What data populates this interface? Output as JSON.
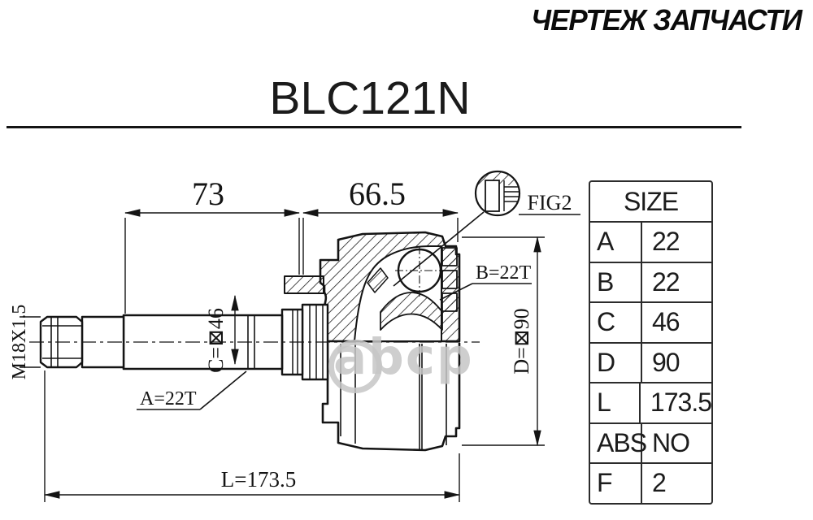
{
  "brand_header": "ЧЕРТЕЖ ЗАПЧАСТИ",
  "part_number": "BLC121N",
  "watermark_text": "abcp",
  "drawing_labels": {
    "dim_top_left": "73",
    "dim_top_right": "66.5",
    "detail_ref": "FIG2",
    "thread_spec": "M18X1.5",
    "outer_spline": "A=22T",
    "inner_spline": "B=22T",
    "shaft_diameter": "C=⊠46",
    "housing_diameter": "D=⊠90",
    "total_length": "L=173.5"
  },
  "size_table": {
    "title": "SIZE",
    "rows": [
      {
        "param": "A",
        "value": "22"
      },
      {
        "param": "B",
        "value": "22"
      },
      {
        "param": "C",
        "value": "46"
      },
      {
        "param": "D",
        "value": "90"
      },
      {
        "param": "L",
        "value": "173.5"
      },
      {
        "param": "ABS",
        "value": "NO"
      },
      {
        "param": "F",
        "value": "2"
      }
    ]
  },
  "colors": {
    "ink": "#141414",
    "watermark": "#c5c5c5"
  }
}
